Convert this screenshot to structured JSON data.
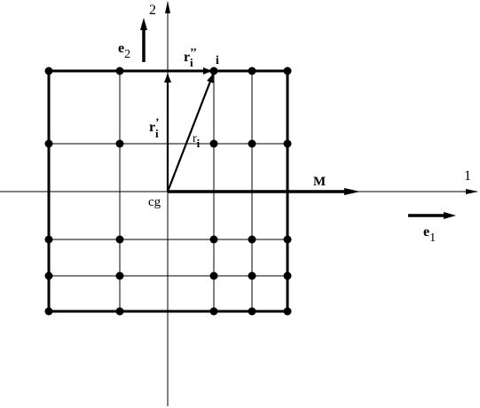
{
  "axes": {
    "axis1_label": "1",
    "axis2_label": "2",
    "origin_label": "cg"
  },
  "unit_vectors": {
    "e1_base": "e",
    "e1_sub": "1",
    "e2_base": "e",
    "e2_sub": "2"
  },
  "moment": {
    "label": "M"
  },
  "point": {
    "label": "i"
  },
  "vectors": {
    "r_base": "r",
    "r_sub": "i",
    "r_prime_base": "r",
    "r_prime_mark": "’",
    "r_prime_sub": "i",
    "r_dprime_base": "r",
    "r_dprime_mark": "’’",
    "r_dprime_sub": "i"
  },
  "colors": {
    "ink": "#000000",
    "background": "#ffffff"
  }
}
